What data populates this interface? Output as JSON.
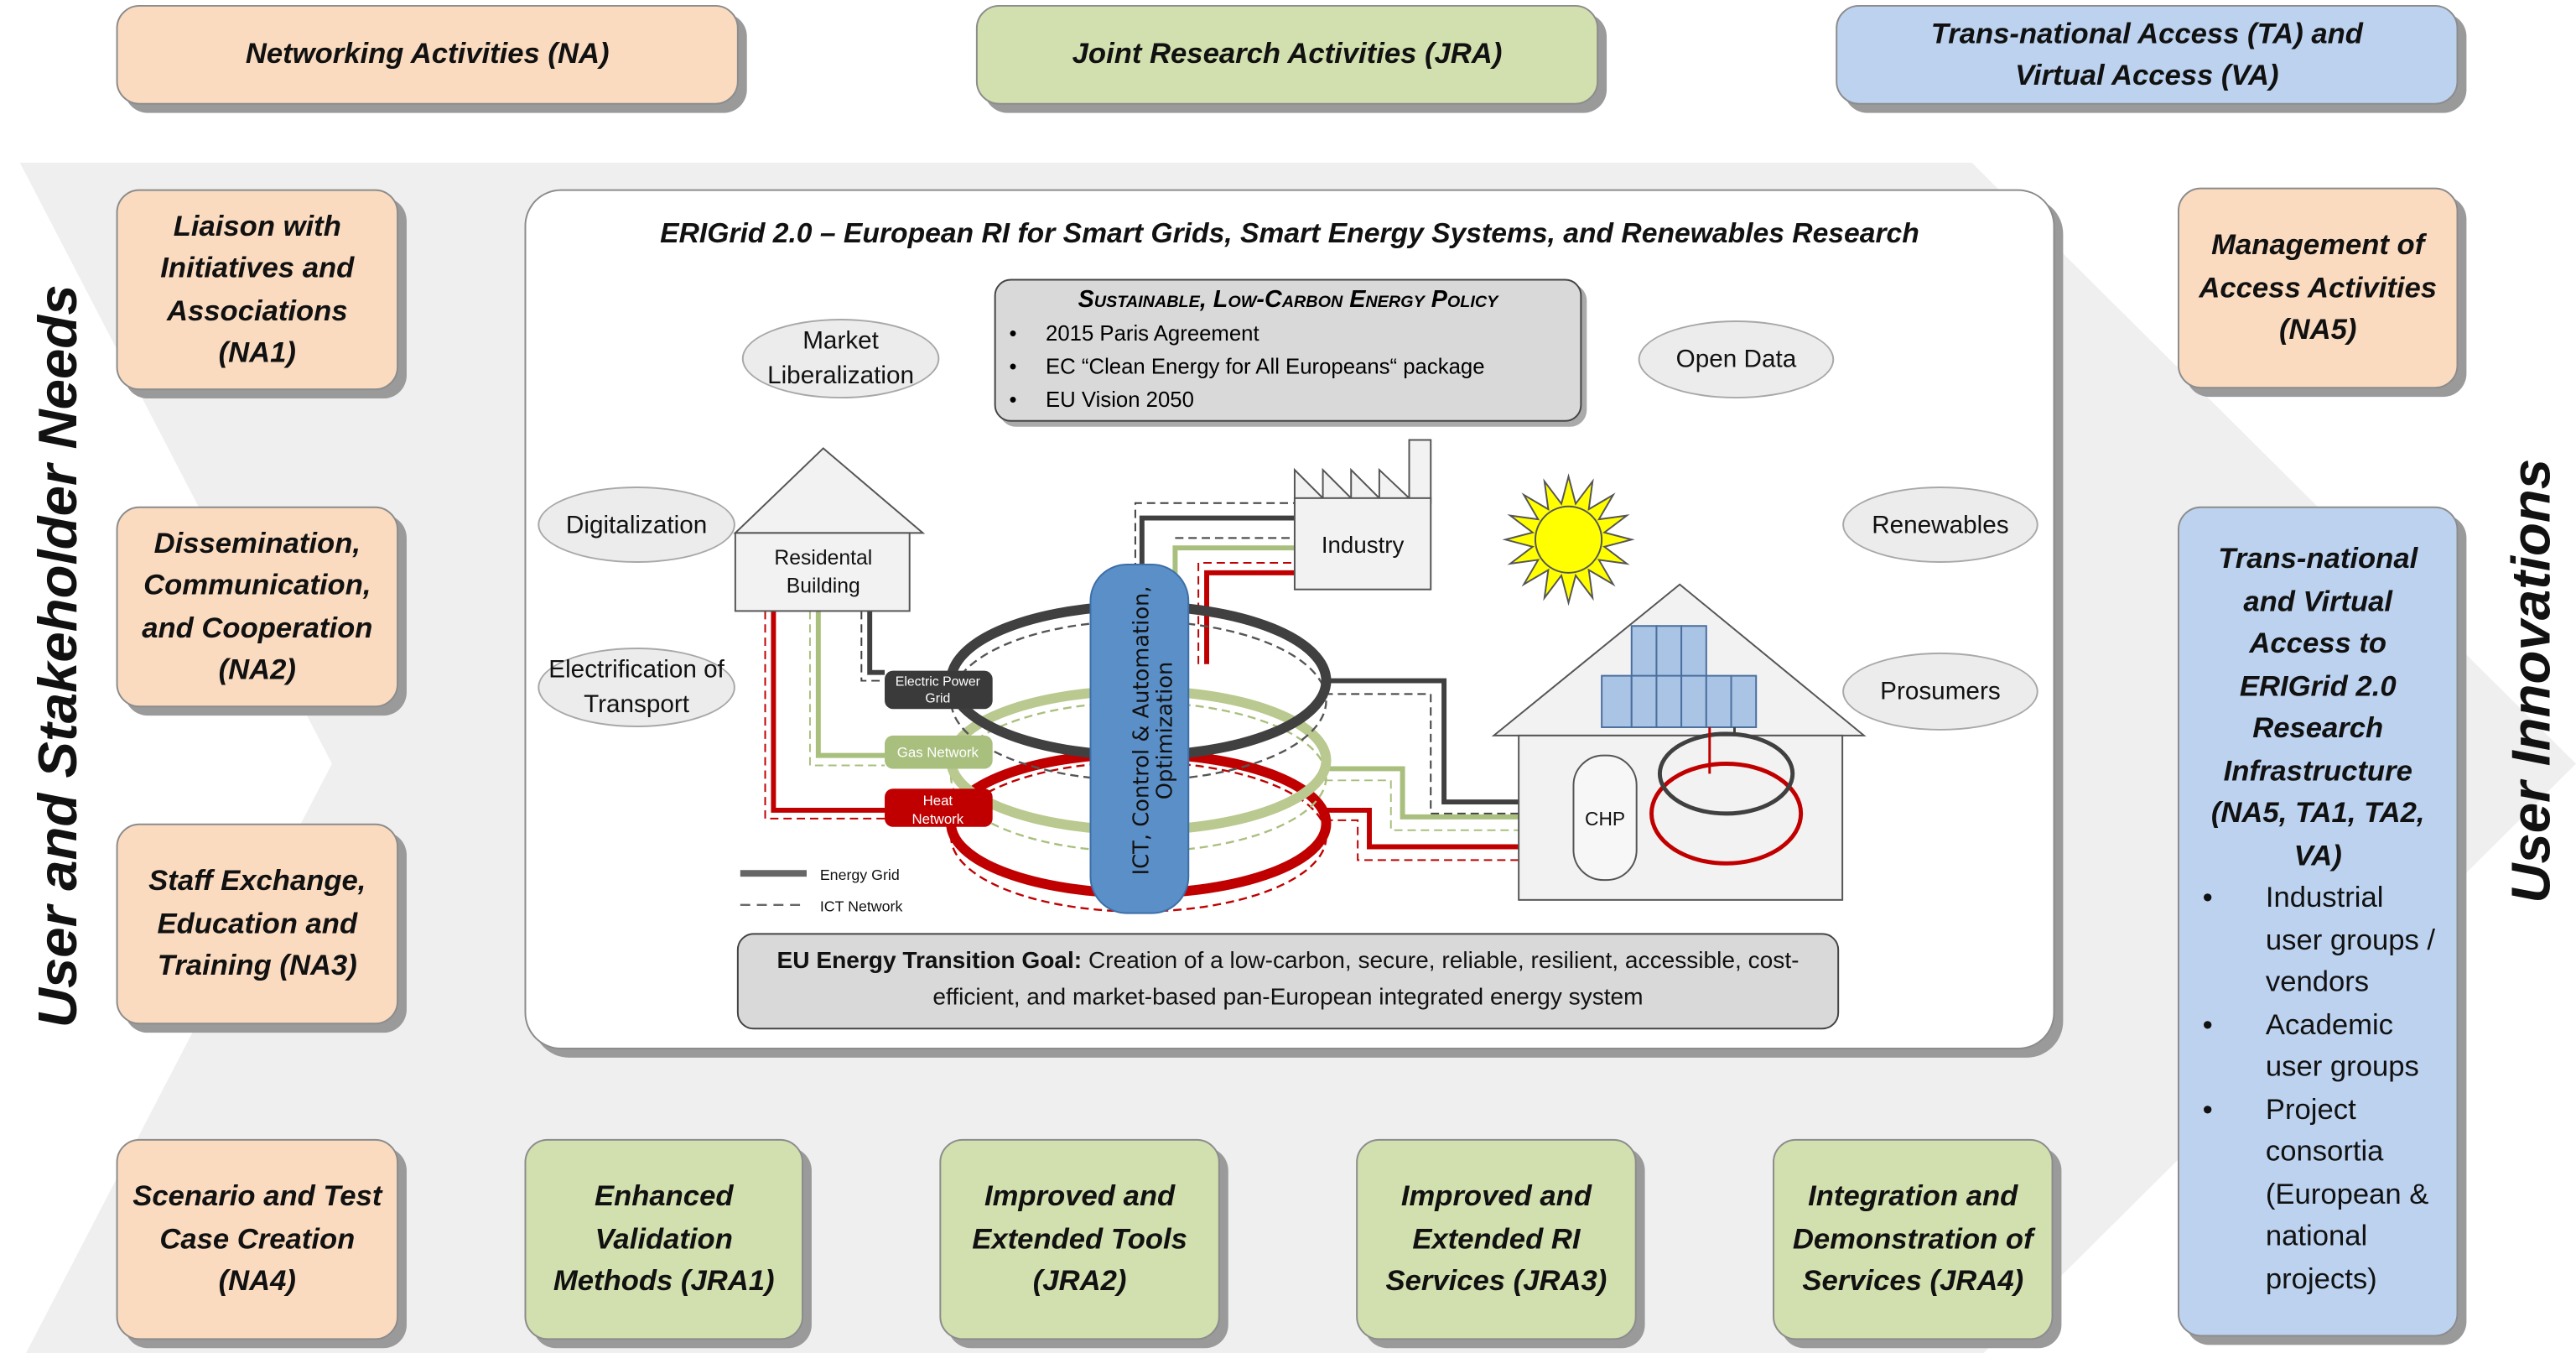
{
  "top": {
    "na": "Networking Activities (NA)",
    "jra": "Joint Research Activities (JRA)",
    "ta_line1": "Trans-national Access (TA) and",
    "ta_line2": "Virtual Access (VA)"
  },
  "side": {
    "left_label": "User and Stakeholder Needs",
    "right_label": "User Innovations"
  },
  "left_boxes": [
    "Liaison with Initiatives and Associations (NA1)",
    "Dissemination, Communication, and Cooperation (NA2)",
    "Staff Exchange, Education and Training (NA3)",
    "Scenario and Test Case Creation (NA4)"
  ],
  "bottom_boxes": [
    "Enhanced Validation Methods (JRA1)",
    "Improved and Extended Tools (JRA2)",
    "Improved and Extended RI Services (JRA3)",
    "Integration and Demonstration of Services (JRA4)"
  ],
  "right": {
    "na5": "Management of Access Activities (NA5)",
    "access_title": "Trans-national and Virtual Access to ERIGrid 2.0 Research Infrastructure (NA5, TA1, TA2, VA)",
    "access_items": [
      "Industrial user groups / vendors",
      "Academic user groups",
      "Project consortia (European & national projects)"
    ]
  },
  "center": {
    "title": "ERIGrid 2.0 – European RI for Smart Grids, Smart Energy Systems, and Renewables Research",
    "policy_title": "Sustainable, Low-Carbon Energy Policy",
    "policy_items": [
      "2015 Paris Agreement",
      "EC “Clean Energy for All Europeans“ package",
      "EU Vision 2050"
    ],
    "drivers": {
      "market": "Market Liberalization",
      "open_data": "Open Data",
      "digitalization": "Digitalization",
      "renewables": "Renewables",
      "electrification": "Electrification of Transport",
      "prosumers": "Prosumers"
    },
    "residential": "Residental Building",
    "industry": "Industry",
    "ict_column": "ICT, Control & Automation, Optimization",
    "electric_grid": "Electric Power Grid",
    "gas_network": "Gas Network",
    "heat_network": "Heat Network",
    "chp": "CHP",
    "legend_energy": "Energy Grid",
    "legend_ict": "ICT Network",
    "goal_label": "EU Energy Transition Goal:",
    "goal_text": " Creation of a low-carbon, secure, reliable, resilient, accessible, cost-efficient, and market-based pan-European integrated energy system"
  },
  "colors": {
    "na": "#fadbc0",
    "jra": "#d2dfae",
    "ta": "#bcd2ef",
    "electric": "#404040",
    "gas": "#a9bf7e",
    "heat": "#c00000",
    "ict_column": "#5b8fc7"
  }
}
